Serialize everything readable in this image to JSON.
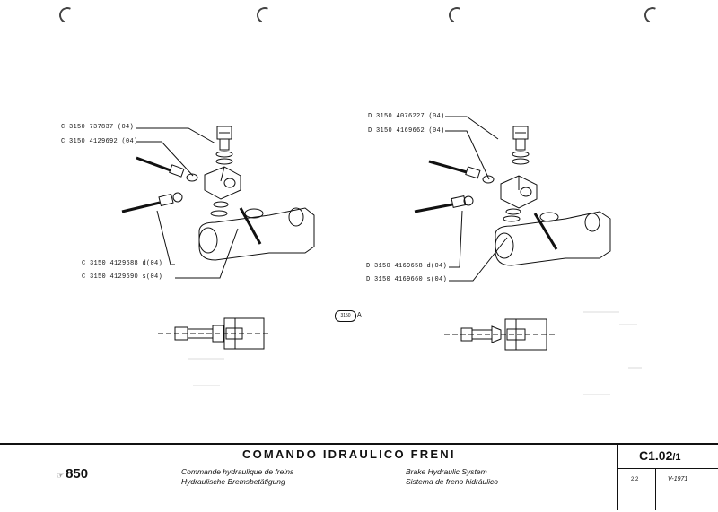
{
  "left_group": {
    "top_labels": [
      "C 3150  737837 (04)",
      "C 3150 4129692 (04)"
    ],
    "bottom_labels": [
      "C 3150 4129688 d(04)",
      "C 3150 4129690 s(04)"
    ]
  },
  "right_group": {
    "top_labels": [
      "D 3150 4076227 (04)",
      "D 3150 4169662 (04)"
    ],
    "bottom_labels": [
      "D 3150 4169658 d(04)",
      "D 3150 4169660 s(04)"
    ]
  },
  "section_ref": {
    "badge": "3150",
    "letter": "A"
  },
  "footer": {
    "model_mark": "☞",
    "model": "850",
    "title": "COMANDO IDRAULICO FRENI",
    "french": "Commande hydraulique de freins",
    "german": "Hydraulische Bremsbetätigung",
    "english": "Brake Hydraulic System",
    "spanish": "Sistema de freno hidráulico",
    "code_main": "C1.02",
    "code_sub": "/1",
    "revision": "2.2",
    "date": "V-1971"
  }
}
